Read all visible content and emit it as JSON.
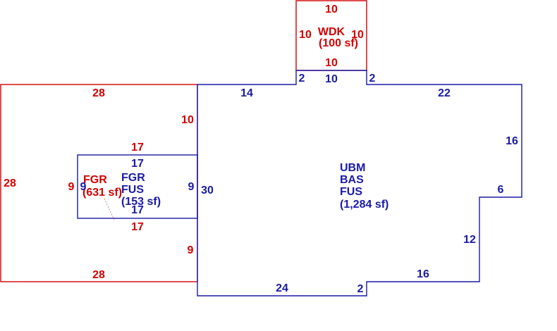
{
  "colors": {
    "red": "#d40000",
    "blue": "#1a1aa6",
    "leader": "#c06060"
  },
  "areas": {
    "wdk": {
      "code": "WDK",
      "size": "(100 sf)",
      "dims": [
        "10",
        "10",
        "10",
        "10"
      ]
    },
    "fgr_red": {
      "code": "FGR",
      "size": "(631 sf)"
    },
    "fgr_red_dims": [
      "28",
      "28",
      "28",
      "10",
      "9",
      "17",
      "17",
      "9"
    ],
    "fgr_blue": {
      "lines": [
        "FGR",
        "FUS",
        "(153 sf)"
      ],
      "dims": [
        "17",
        "17",
        "9",
        "9"
      ]
    },
    "main": {
      "lines": [
        "UBM",
        "BAS",
        "FUS",
        "(1,284 sf)"
      ],
      "dims": [
        "14",
        "2",
        "10",
        "2",
        "22",
        "16",
        "6",
        "12",
        "16",
        "2",
        "24",
        "30"
      ]
    }
  }
}
